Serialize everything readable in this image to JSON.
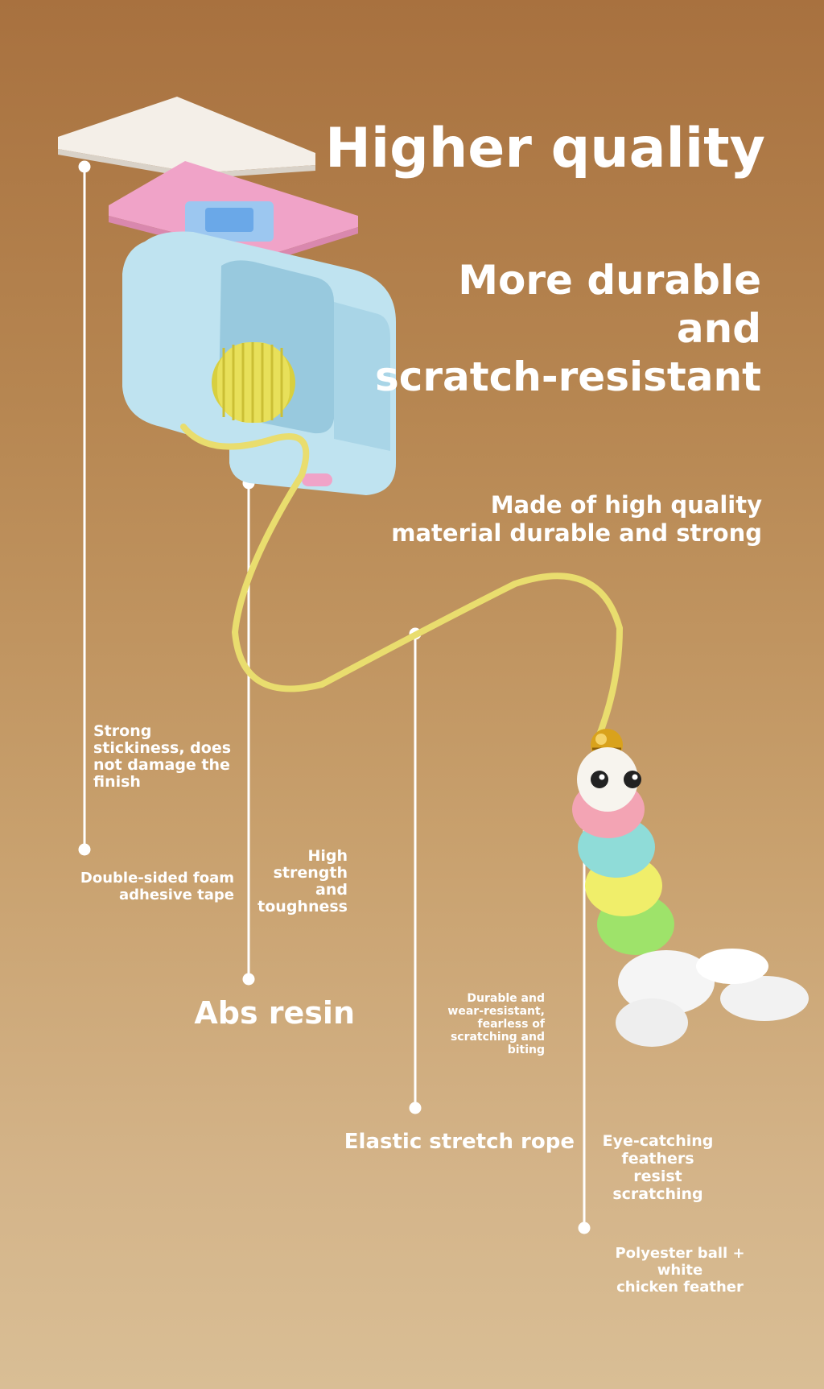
{
  "headline": "Higher quality",
  "subheadline": "More durable\nand\nscratch-resistant",
  "material_claim": "Made of high quality\nmaterial durable and strong",
  "callouts": {
    "tape_desc": "Strong\nstickiness, does\nnot damage the\nfinish",
    "tape_name": "Double-sided foam\nadhesive tape",
    "abs_desc": "High\nstrength\nand\ntoughness",
    "abs_name": "Abs resin",
    "rope_desc": "Durable and\nwear-resistant,\nfearless of\nscratching and\nbiting",
    "rope_name": "Elastic stretch rope",
    "feather_desc": "Eye-catching\nfeathers resist\nscratching",
    "feather_name": "Polyester ball + white\nchicken feather"
  },
  "colors": {
    "background_top": "#a8713f",
    "background_bottom": "#d9be95",
    "base_plate": "#f4efe8",
    "pink_plate": "#f0a3c8",
    "clip_blue": "#bfe3f0",
    "spring_yellow": "#e8e05a",
    "rope_yellow": "#e9dd6e"
  }
}
